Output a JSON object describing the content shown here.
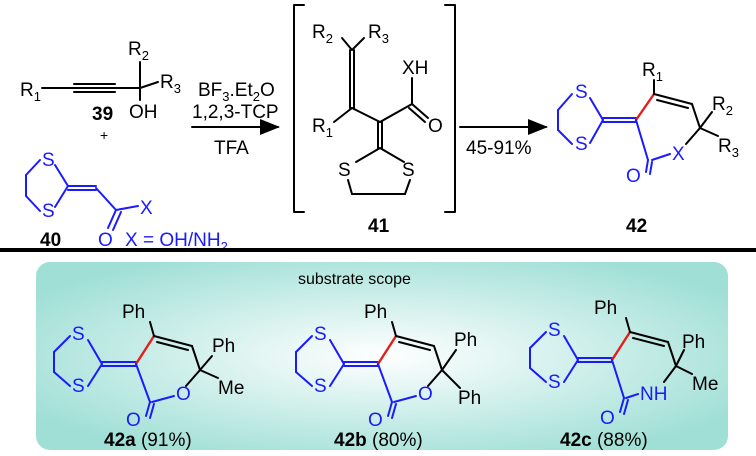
{
  "reaction": {
    "r1": "R",
    "r1_sub": "1",
    "r2": "R",
    "r2_sub": "2",
    "r3": "R",
    "r3_sub": "3",
    "oh": "OH",
    "plus": "+",
    "cmpd39": "39",
    "cmpd40": "40",
    "x": "X",
    "x_def_pre": "X = OH/NH",
    "x_def_sub": "2",
    "o": "O",
    "s": "S",
    "xh": "XH",
    "cmpd41": "41",
    "cmpd42": "42",
    "cond_line1_a": "BF",
    "cond_line1_sub1": "3",
    "cond_line1_b": ".Et",
    "cond_line1_sub2": "2",
    "cond_line1_c": "O",
    "cond_line2": "1,2,3-TCP",
    "cond_line3": "TFA",
    "yield_range": "45-91%"
  },
  "scope": {
    "title": "substrate scope",
    "ph": "Ph",
    "me": "Me",
    "nh": "NH",
    "o": "O",
    "s": "S",
    "items": [
      {
        "label": "42a",
        "yield": " (91%)"
      },
      {
        "label": "42b",
        "yield": " (80%)"
      },
      {
        "label": "42c",
        "yield": " (88%)"
      }
    ]
  },
  "colors": {
    "scope_box_center": "#ffffff",
    "scope_box_edge": "#9fdfd6",
    "highlight_bond": "#e0201a",
    "reagent_blue": "#1a1aff"
  }
}
